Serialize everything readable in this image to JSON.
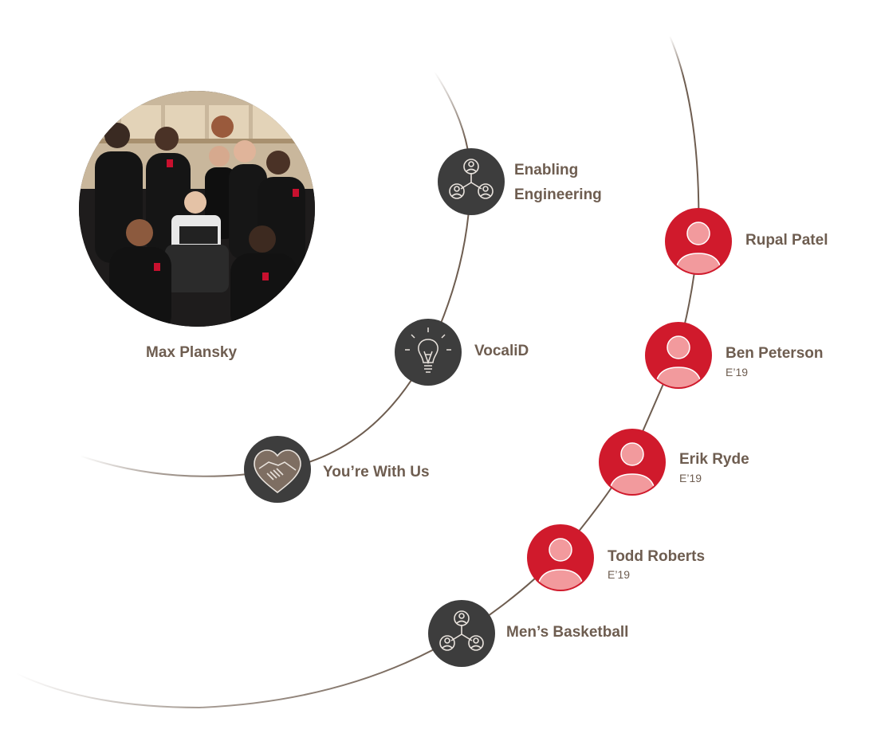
{
  "colors": {
    "arc": "#6e5d50",
    "dark_node": "#3d3d3d",
    "person_node": "#d01a2c",
    "person_silhouette": "#f29a9d",
    "label": "#6e5d50"
  },
  "featured": {
    "name": "Max Plansky",
    "photo": "team-photo-image"
  },
  "inner_nodes": [
    {
      "label": "Enabling Engineering",
      "lines": [
        "Enabling",
        "Engineering"
      ],
      "icon": "network-people-icon"
    },
    {
      "label": "VocaliD",
      "icon": "lightbulb-icon"
    },
    {
      "label": "You’re With Us",
      "icon": "handshake-heart-icon"
    }
  ],
  "people": [
    {
      "name": "Rupal Patel",
      "detail": ""
    },
    {
      "name": "Ben Peterson",
      "detail": "E’19"
    },
    {
      "name": "Erik Ryde",
      "detail": "E’19"
    },
    {
      "name": "Todd Roberts",
      "detail": "E’19"
    }
  ],
  "outer_group": {
    "label": "Men’s Basketball",
    "icon": "network-people-icon"
  }
}
